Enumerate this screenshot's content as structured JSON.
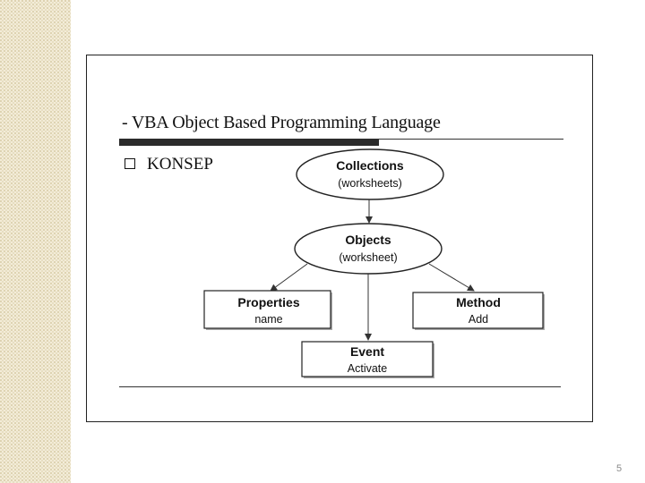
{
  "slide": {
    "heading": "- VBA Object Based Programming Language",
    "bullet_label": "KONSEP",
    "page_number": "5"
  },
  "diagram": {
    "collections": {
      "title": "Collections",
      "subtitle": "(worksheets)"
    },
    "objects": {
      "title": "Objects",
      "subtitle": "(worksheet)"
    },
    "properties": {
      "title": "Properties",
      "subtitle": "name"
    },
    "method": {
      "title": "Method",
      "subtitle": "Add"
    },
    "event": {
      "title": "Event",
      "subtitle": "Activate"
    }
  },
  "colors": {
    "side_strip": "#f3ecd8",
    "ink": "#111111"
  }
}
